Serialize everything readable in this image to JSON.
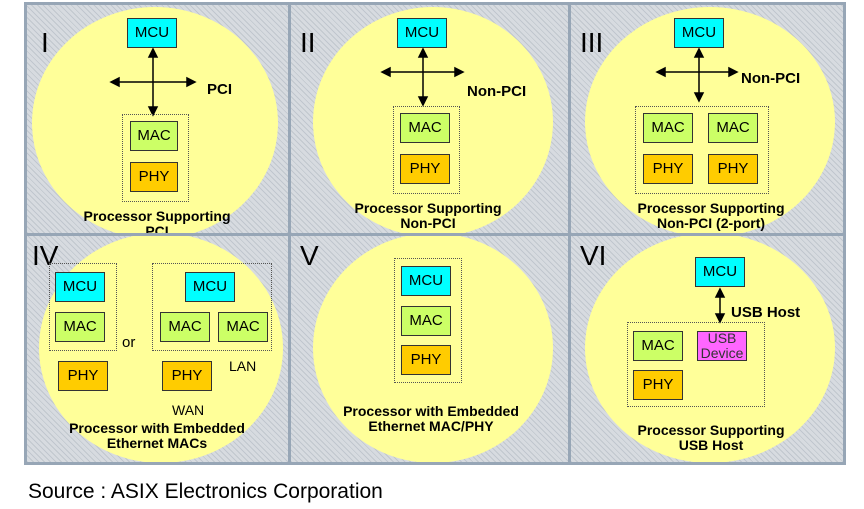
{
  "panels": {
    "p1": {
      "roman": "I",
      "mcu": "MCU",
      "bus": "PCI",
      "mac": "MAC",
      "phy": "PHY",
      "caption": "Processor Supporting\nPCI"
    },
    "p2": {
      "roman": "II",
      "mcu": "MCU",
      "bus": "Non-PCI",
      "mac": "MAC",
      "phy": "PHY",
      "caption": "Processor Supporting\nNon-PCI"
    },
    "p3": {
      "roman": "III",
      "mcu": "MCU",
      "bus": "Non-PCI",
      "mac1": "MAC",
      "mac2": "MAC",
      "phy1": "PHY",
      "phy2": "PHY",
      "caption": "Processor Supporting\nNon-PCI (2-port)"
    },
    "p4": {
      "roman": "IV",
      "mcu1": "MCU",
      "mac1": "MAC",
      "or": "or",
      "mcu2": "MCU",
      "mac2": "MAC",
      "mac3": "MAC",
      "phy1": "PHY",
      "phy2": "PHY",
      "lan": "LAN",
      "wan": "WAN",
      "caption": "Processor with Embedded\nEthernet MACs"
    },
    "p5": {
      "roman": "V",
      "mcu": "MCU",
      "mac": "MAC",
      "phy": "PHY",
      "caption": "Processor with Embedded\nEthernet MAC/PHY"
    },
    "p6": {
      "roman": "VI",
      "mcu": "MCU",
      "bus": "USB Host",
      "mac": "MAC",
      "usb_device": "USB\nDevice",
      "phy": "PHY",
      "caption": "Processor Supporting\nUSB Host"
    }
  },
  "source": "Source : ASIX Electronics Corporation",
  "colors": {
    "mcu": "#00ffff",
    "mac": "#ccff66",
    "phy": "#ffcc00",
    "usb_device": "#ff66ff",
    "circle": "#ffff99",
    "grid": "#97a6b6"
  }
}
